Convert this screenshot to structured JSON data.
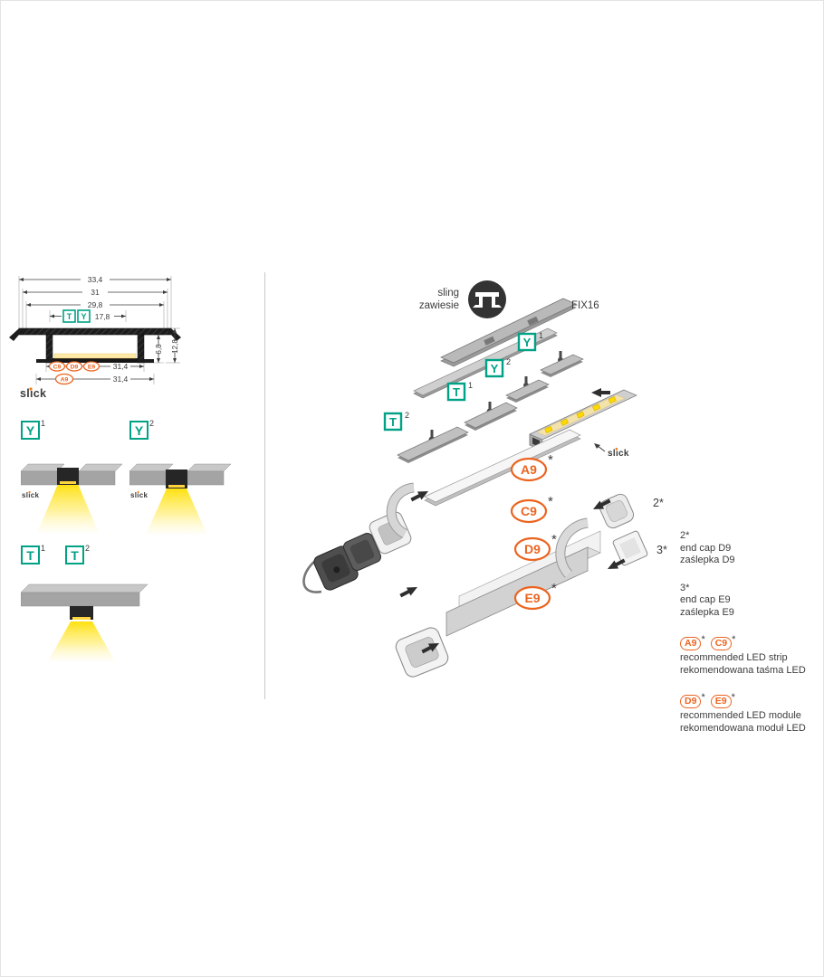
{
  "colors": {
    "teal": "#00a185",
    "orange": "#eb6420",
    "yellow": "#ffdf00",
    "dark": "#3c3c3c",
    "grey": "#a9a9a9"
  },
  "symbols": {
    "star": "*"
  },
  "brand": {
    "logo": "slick"
  },
  "cross_section": {
    "dim_outer": "33,4",
    "dim_mid": "31",
    "dim_inner": "29,8",
    "dim_ty": "17,8",
    "dim_channel": "31,4",
    "dim_bottom": "31,4",
    "dim_height_outer": "12,8",
    "dim_height_inner": "6,8",
    "label_t": "T",
    "label_y": "Y",
    "badge_c9": "C9",
    "badge_d9": "D9",
    "badge_e9": "E9",
    "badge_a9": "A9"
  },
  "variants": {
    "y1": {
      "letter": "Y",
      "sup": "1"
    },
    "y2": {
      "letter": "Y",
      "sup": "2"
    },
    "t1": {
      "letter": "T",
      "sup": "1"
    },
    "t2": {
      "letter": "T",
      "sup": "2"
    }
  },
  "assembly": {
    "sling_en": "sling",
    "sling_pl": "zawiesie",
    "fix16": "FIX16",
    "y1": {
      "letter": "Y",
      "sup": "1"
    },
    "y2": {
      "letter": "Y",
      "sup": "2"
    },
    "t1": {
      "letter": "T",
      "sup": "1"
    },
    "t2": {
      "letter": "T",
      "sup": "2"
    },
    "a9": "A9",
    "c9": "C9",
    "d9": "D9",
    "e9": "E9",
    "cap2": "2*",
    "cap3": "3*"
  },
  "legend": {
    "cap2": {
      "code": "2*",
      "en": "end cap D9",
      "pl": "zaślepka D9"
    },
    "cap3": {
      "code": "3*",
      "en": "end cap E9",
      "pl": "zaślepka E9"
    },
    "strip": {
      "b1": "A9",
      "b2": "C9",
      "en": "recommended LED strip",
      "pl": "rekomendowana taśma LED"
    },
    "module": {
      "b1": "D9",
      "b2": "E9",
      "en": "recommended LED module",
      "pl": "rekomendowana moduł LED"
    }
  }
}
